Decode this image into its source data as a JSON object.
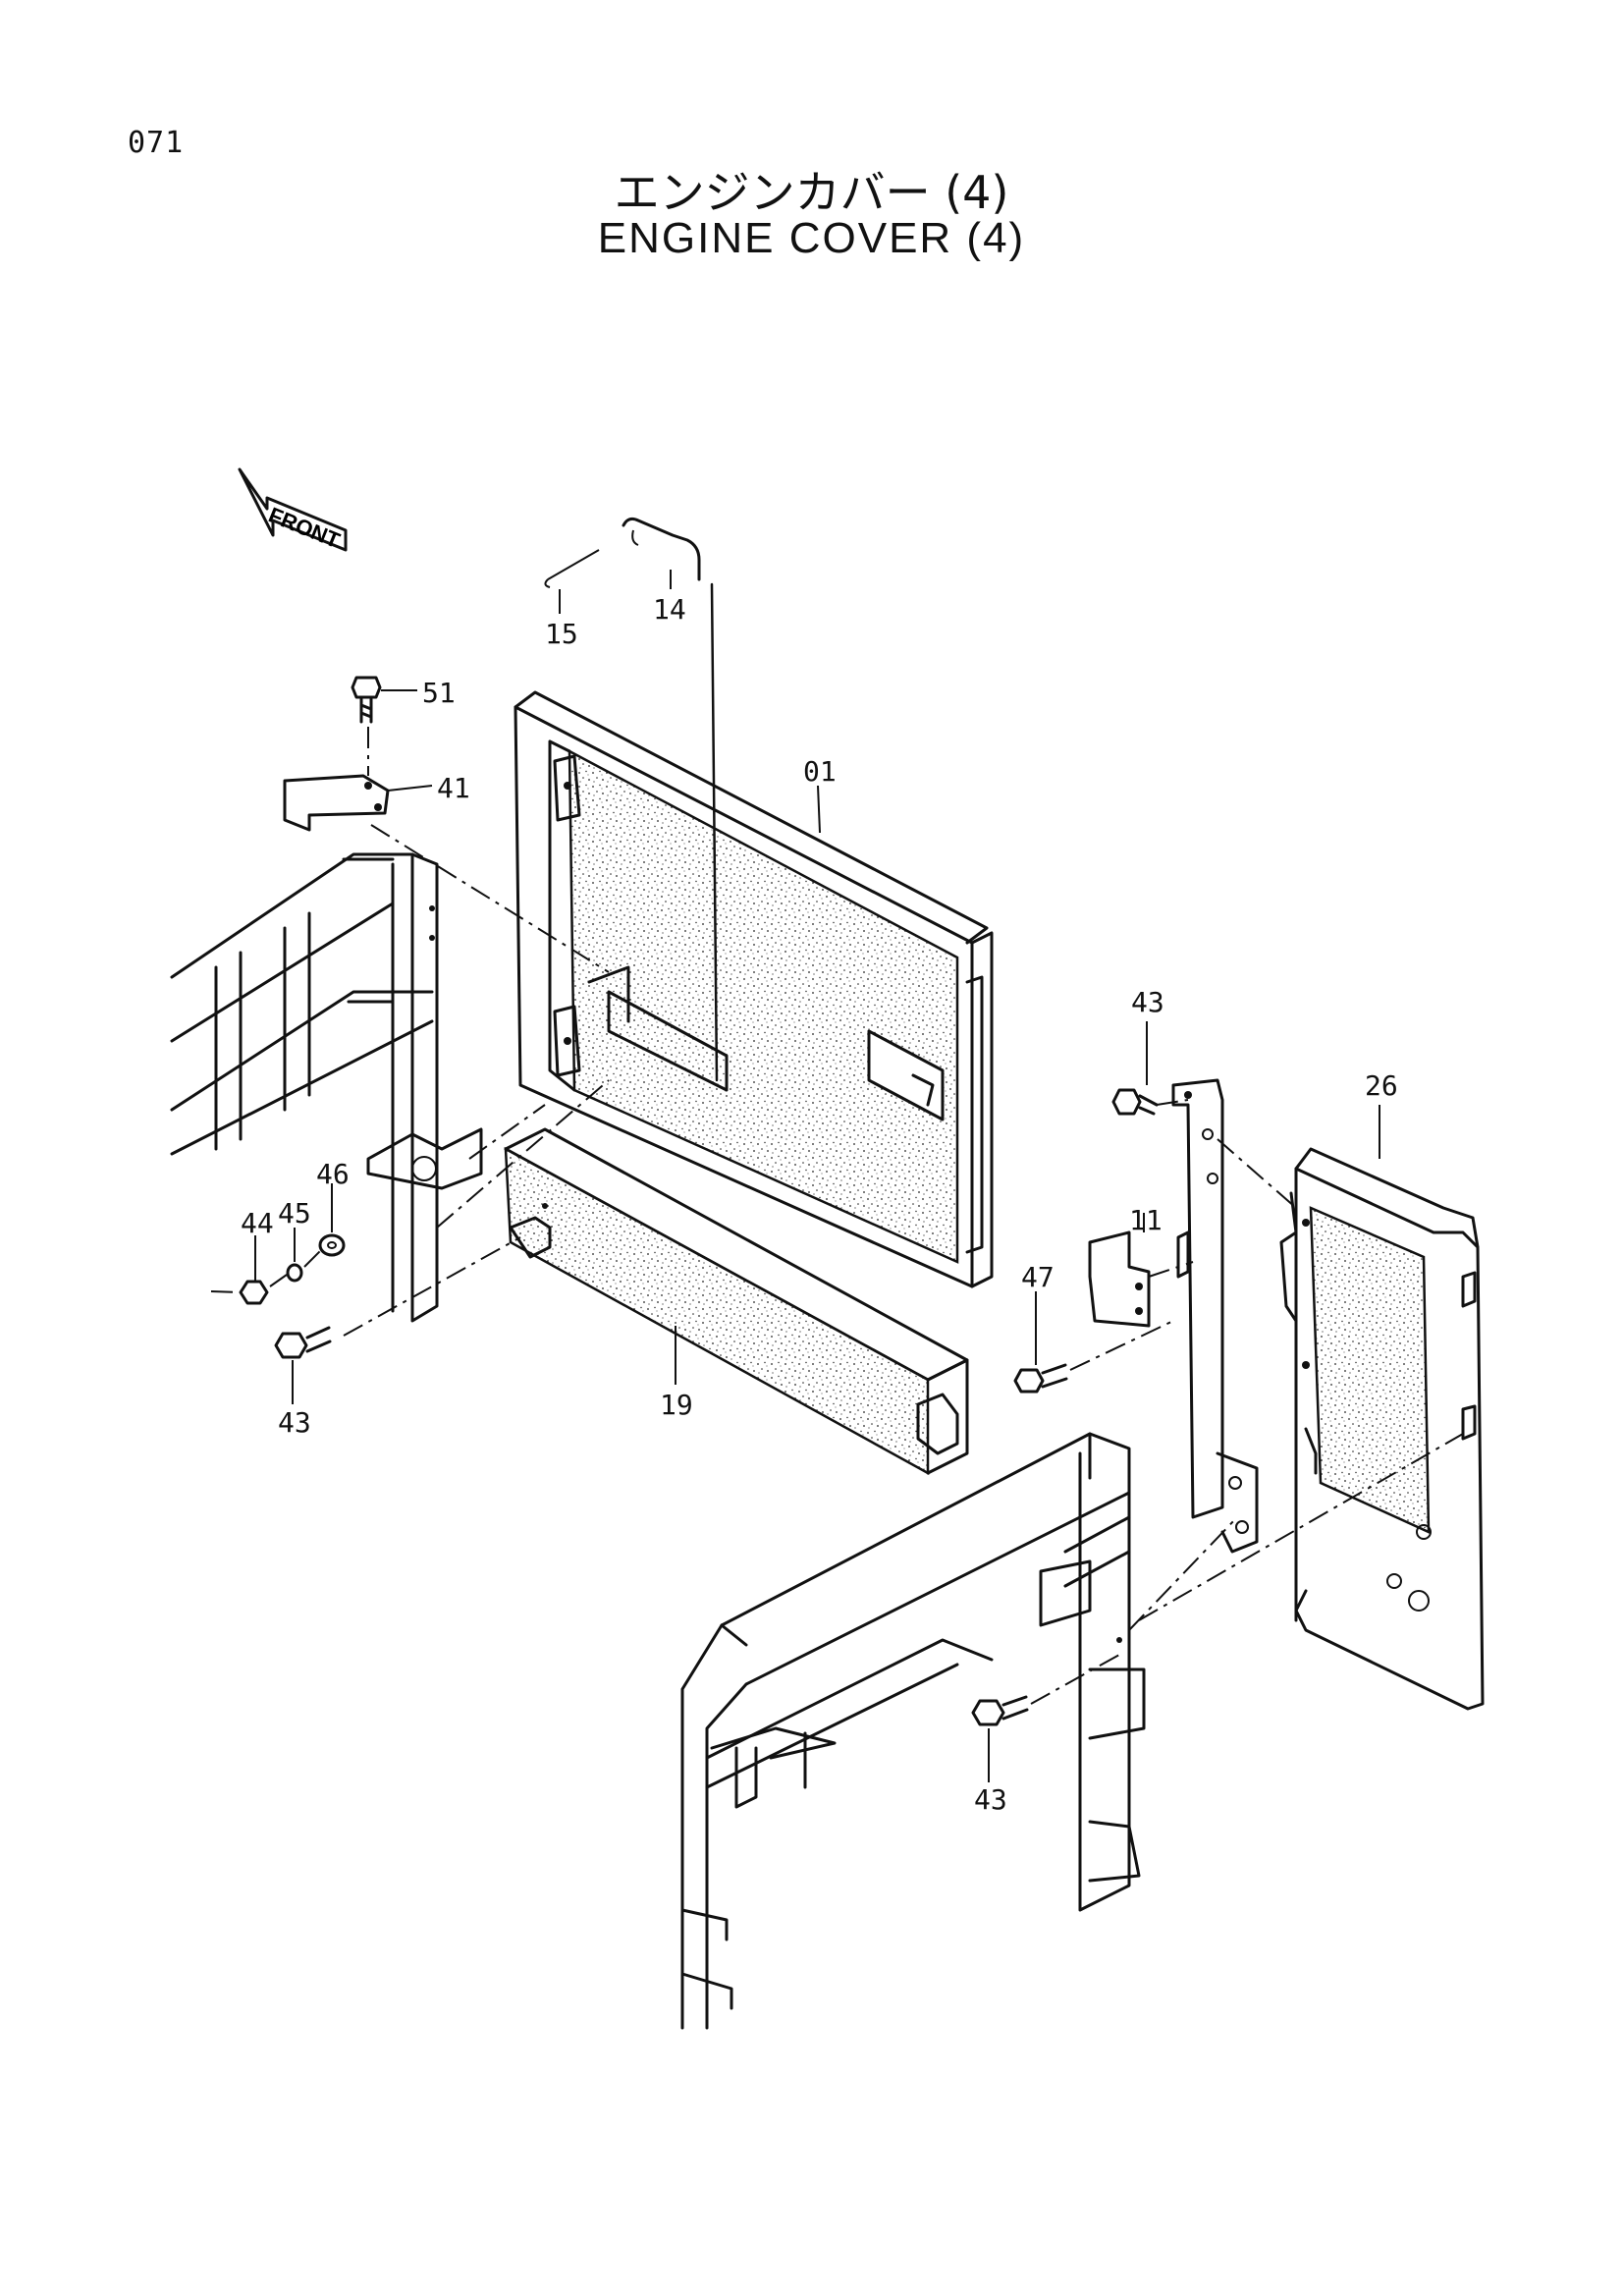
{
  "page_number": "071",
  "title_jp": "エンジンカバー (4)",
  "title_en": "ENGINE COVER (4)",
  "front_arrow_label": "FRONT",
  "callouts": {
    "p01": "01",
    "p11": "11",
    "p14": "14",
    "p15": "15",
    "p19": "19",
    "p26": "26",
    "p41": "41",
    "p43a": "43",
    "p43b": "43",
    "p43c": "43",
    "p44": "44",
    "p45": "45",
    "p46": "46",
    "p47": "47",
    "p51": "51"
  }
}
